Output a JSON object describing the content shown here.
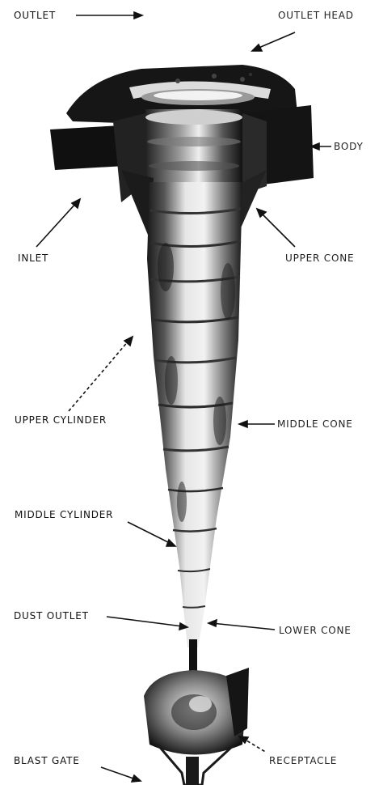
{
  "labels": {
    "outlet": "OUTLET",
    "outlet_head": "OUTLET HEAD",
    "body": "BODY",
    "inlet": "INLET",
    "upper_cone": "UPPER CONE",
    "upper_cylinder": "UPPER CYLINDER",
    "middle_cone": "MIDDLE CONE",
    "middle_cylinder": "MIDDLE CYLINDER",
    "dust_outlet": "DUST OUTLET",
    "lower_cone": "LOWER CONE",
    "blast_gate": "BLAST GATE",
    "receptacle": "RECEPTACLE"
  },
  "colors": {
    "ink": "#111111",
    "metal_dark": "#1a1a1a",
    "metal_mid": "#6a6a6a",
    "metal_light": "#d8d8d8",
    "paper": "#ffffff"
  }
}
